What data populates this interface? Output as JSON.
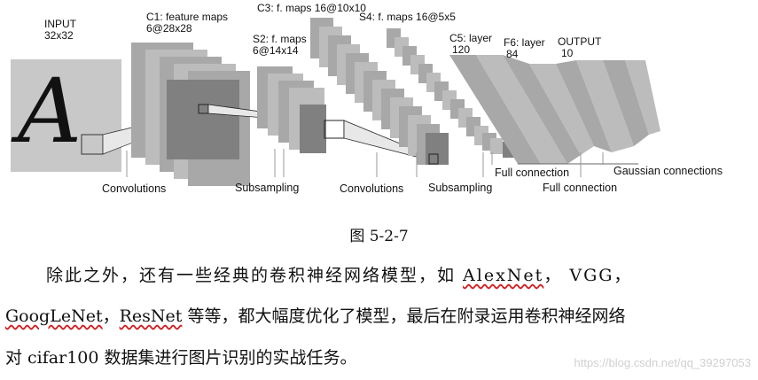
{
  "figure": {
    "input_label": "INPUT",
    "input_size": "32x32",
    "c1_label": "C1: feature maps",
    "c1_size": "6@28x28",
    "s2_label": "S2: f. maps",
    "s2_size": "6@14x14",
    "c3_label": "C3: f. maps 16@10x10",
    "s4_label": "S4: f. maps 16@5x5",
    "c5_label": "C5: layer",
    "c5_size": "120",
    "f6_label": "F6: layer",
    "f6_size": "84",
    "output_label": "OUTPUT",
    "output_size": "10",
    "op_convolutions_1": "Convolutions",
    "op_subsampling_1": "Subsampling",
    "op_convolutions_2": "Convolutions",
    "op_subsampling_2": "Subsampling",
    "op_full_connection_1": "Full connection",
    "op_full_connection_2": "Full connection",
    "op_gaussian": "Gaussian connections",
    "input_glyph": "A"
  },
  "caption": "图 5-2-7",
  "paragraph": {
    "l1_a": "除此之外，还有一些经典的卷积神经网络模型，如 ",
    "l1_alexnet": "AlexNet",
    "l1_b": "， VGG，",
    "l2_googlenet": "GoogLeNet",
    "l2_a": "，",
    "l2_resnet": "ResNet",
    "l2_b": " 等等，都大幅度优化了模型，最后在附录运用卷积神经网络",
    "l3": "对 cifar100 数据集进行图片识别的实战任务。"
  },
  "watermark": "https://blog.csdn.net/qq_39297053"
}
